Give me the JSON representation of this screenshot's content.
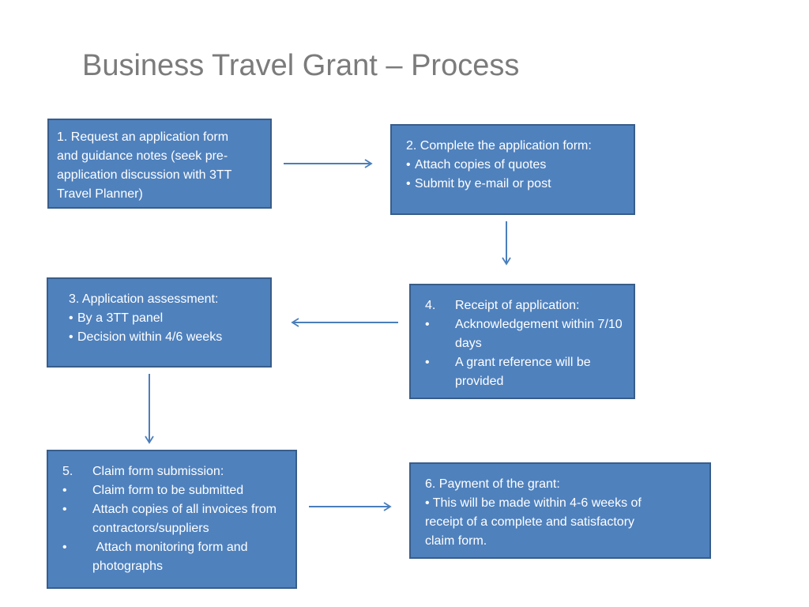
{
  "slide": {
    "title": "Business Travel Grant – Process"
  },
  "steps": {
    "step1": {
      "lines": [
        "1. Request an application form",
        "and guidance notes  (seek pre-",
        "application discussion with 3TT",
        "Travel Planner)"
      ]
    },
    "step2": {
      "heading": "2. Complete the application form:",
      "bullets": [
        "Attach copies of quotes",
        "Submit by  e-mail or post"
      ]
    },
    "step3": {
      "heading": "3. Application assessment:",
      "bullets": [
        "By a 3TT panel",
        "Decision within 4/6 weeks"
      ]
    },
    "step4": {
      "number": "4.",
      "heading": "Receipt of application:",
      "bullets": [
        "Acknowledgement within 7/10 days",
        "A grant reference will be provided"
      ]
    },
    "step5": {
      "number": "5.",
      "heading": "Claim form submission:",
      "bullets": [
        "Claim form to be submitted",
        "Attach copies of all invoices from contractors/suppliers",
        " Attach monitoring form and photographs"
      ]
    },
    "step6": {
      "heading": "6. Payment of the grant:",
      "lines": [
        "•  This will be made within 4-6 weeks of",
        "receipt of a complete and satisfactory",
        "claim form."
      ]
    }
  },
  "style": {
    "box_fill": "#4f81bd",
    "box_border": "#385d8a",
    "arrow_color": "#4a7ebb",
    "title_color": "#7b7b7b"
  }
}
